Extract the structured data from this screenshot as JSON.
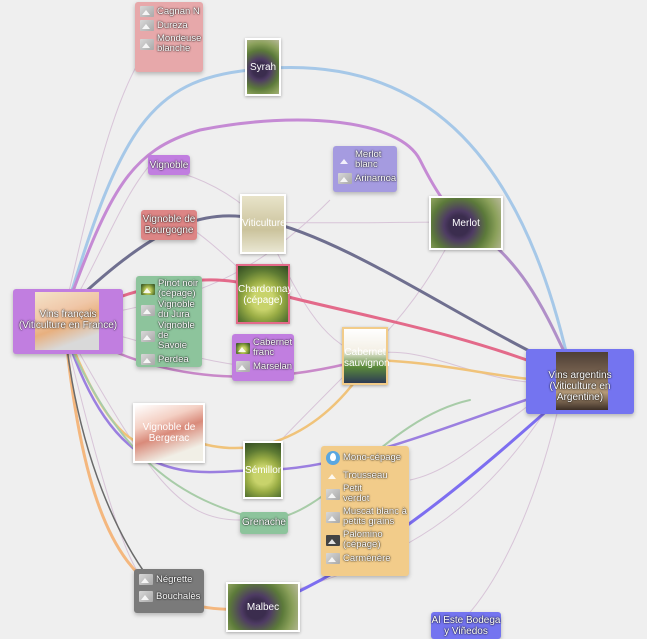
{
  "nodes": {
    "cagnan": "Cagnan N",
    "dureza": "Dureza",
    "mondeuse": "Mondeuse blanche",
    "syrah": "Syrah",
    "vignoble": "Vignoble",
    "merlot_blanc": "Merlot blanc",
    "arinarnoa": "Arinarnoa",
    "vignoble_bourgogne": "Vignoble de Bourgogne",
    "viticulture": "Viticulture",
    "merlot": "Merlot",
    "vins_francais": "Vins français (Viticulture en France)",
    "pinot_noir": "Pinot noir (cépage)",
    "vignoble_jura": "Vignoble du Jura",
    "vignoble_savoie": "Vignoble de Savoie",
    "perdea": "Perdea",
    "chardonnay": "Chardonnay (cépage)",
    "cabernet_franc": "Cabernet franc",
    "marselan": "Marselan",
    "cabernet_sauvignon": "Cabernet sauvignon",
    "vins_argentins": "Vins argentins (Viticulture en Argentine)",
    "vignoble_bergerac": "Vignoble de Bergerac",
    "semillon": "Sémillon",
    "mono_cepage": "Mono-cépage",
    "trousseau": "Trousseau",
    "petit_verdot": "Petit verdot",
    "muscat": "Muscat blanc à petits grains",
    "palomino": "Palomino (cépage)",
    "carmenere": "Carménère",
    "grenache": "Grenache",
    "negrette": "Négrette",
    "bouchales": "Bouchalès",
    "malbec": "Malbec",
    "al_este": "Al Este Bodega y Viñedos"
  },
  "colors": {
    "background": "#efefef",
    "pink": "#e7a8aa",
    "purple": "#c17ee0",
    "lavender": "#a59be0",
    "blue": "#7474f0",
    "red": "#dd8585",
    "green": "#8dc49c",
    "orange": "#f2cc8a",
    "gray": "#7a7a7a"
  },
  "icons": {
    "image_placeholder": "image-icon",
    "mono_cepage": "water-drop-icon"
  }
}
